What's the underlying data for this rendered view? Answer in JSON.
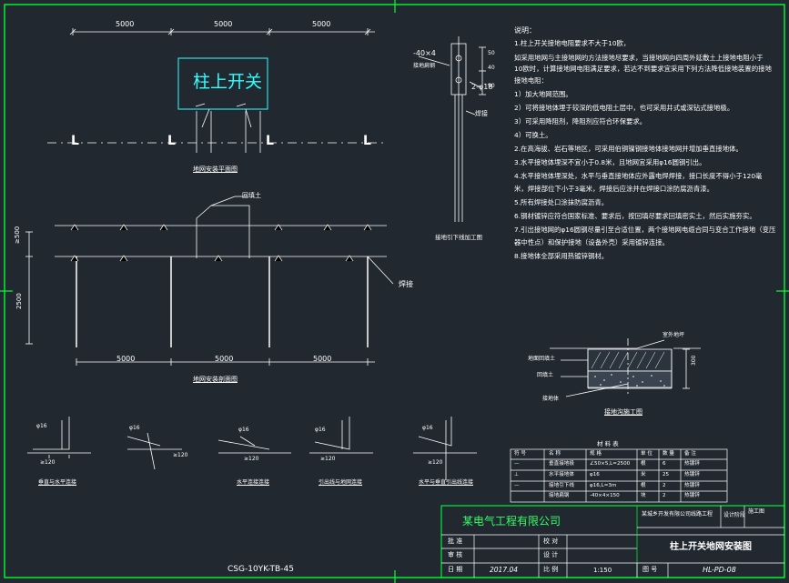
{
  "colors": {
    "background": "#212830",
    "frame": "#00ff33",
    "line": "#ffffff",
    "accent": "#ffff33",
    "cyan": "#33ffff",
    "title_green": "#33ff66"
  },
  "top_plan": {
    "dims": [
      "5000",
      "5000",
      "5000"
    ],
    "box_label": "柱上开关",
    "caption": "地网安装平面图",
    "marker": "L"
  },
  "elevation": {
    "dims": [
      "5000",
      "5000",
      "5000"
    ],
    "soil_label": "回填土",
    "weld_label": "焊接",
    "dim_500": "≥500",
    "dim_2500": "2500",
    "caption": "地网安装剖面图"
  },
  "down_conductor": {
    "label_flat": "-40×4",
    "label_flat_sub": "接地扁钢",
    "label_bolt": "2-φ18",
    "label_weld": "焊接",
    "dim_50": "50",
    "dim_40": "40",
    "dim_90": "90",
    "caption": "接地引下线加工图"
  },
  "notes": {
    "heading": "说明：",
    "lines": [
      "1.柱上开关接地电阻要求不大于10欧，",
      "  如采用地网与主接地网的方法接地尽要求，当接地网向四周外延敷土上接地电阻小于",
      "  10欧时，计算接地网电阻满足要求，若达不到要求宜采用下列方法降低接地装置的接地",
      "  接地电阻：",
      "1）加大地网范围。",
      "2）可将接地体埋于较深的低电阻土层中，也可采用井式或深钻式接地极。",
      "3）可采用降阻剂，降阻剂应符合环保要求。",
      "4）可换土。",
      "2.在高海拔、岩石等地区，可采用伯铜镍钢接地体接地网并增加垂直接地体。",
      "3.水平接地体埋深不宜小于0.8米，且地网宜采用φ16圆钢引出。",
      "4.水平接地体埋深处，水平与垂直接地体应外露电焊焊接，接口长度不得小于120毫",
      "  米，焊接部位下小于3毫米，焊接后应涂并在焊接口涂防腐沥青漆。",
      "5.所有焊接处口涂抹防腐沥青。",
      "6.钢材镀锌应符合国家标准、要求后，按回填尽要求回填密实土，然后实施夯实。",
      "7.引出接地网的φ16圆钢尽量引至合适位置，两个接地网电缆合同与变合工作接地（变压",
      "  器中性点）和保护接地（设备外壳）采用镀锌连接。",
      "8.接地体全部采用热镀锌钢材。"
    ]
  },
  "soil_detail": {
    "label_top": "室外地坪",
    "label_fill": "地面回填土",
    "label_soil": "回填土",
    "label_conductor": "接地体",
    "dim": "300",
    "caption": "接地沟施工图"
  },
  "weld_details": [
    {
      "code": "φ16",
      "caption": "垂直与水平连接"
    },
    {
      "code": "φ16",
      "caption": ""
    },
    {
      "code": "φ16",
      "caption": "水平连接连接"
    },
    {
      "code": "φ16",
      "caption": "引出线与地网连接"
    },
    {
      "code": "φ16",
      "caption": "水平与垂直引出线连接"
    }
  ],
  "weld_dims": [
    "≥120",
    "≥120",
    "≥120",
    "≥120",
    "≥120"
  ],
  "materials": {
    "title": "材 料 表",
    "headers": [
      "符 号",
      "名 称",
      "规 格",
      "单 位",
      "数 量",
      "备 注"
    ],
    "rows": [
      [
        "—",
        "垂直接地极",
        "∠50×5,L=2500",
        "根",
        "6",
        "热镀锌"
      ],
      [
        "⊥",
        "水平接地体",
        "φ16",
        "米",
        "25",
        "热镀锌"
      ],
      [
        "—",
        "接地引下线",
        "φ16,L=3m",
        "根",
        "2",
        "热镀锌"
      ],
      [
        "",
        "接地扁钢",
        "-40×4×150",
        "块",
        "2",
        "热镀锌"
      ]
    ]
  },
  "title_block": {
    "company": "某电气工程有限公司",
    "project": "某城乡开发有限公司线路工程",
    "stage_1": "设计阶段",
    "stage_2": "施工图",
    "drawing_title": "柱上开关地网安装图",
    "row_labels": [
      "批 准",
      "审 核",
      "日 期"
    ],
    "row_mid_labels": [
      "校 对",
      "设 计",
      "比 例"
    ],
    "date": "2017.04",
    "scale": "1:150",
    "fig_label": "图 号",
    "fig_no": "HL-PD-08"
  },
  "footer_code": "CSG-10YK-TB-45"
}
